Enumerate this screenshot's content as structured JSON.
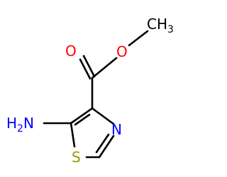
{
  "molecule": {
    "atoms": {
      "methyl": {
        "label": "CH",
        "subscript": "3",
        "color": "#000000"
      },
      "ester_o_carbonyl": {
        "label": "O",
        "color": "#ff0000"
      },
      "ester_o_ether": {
        "label": "O",
        "color": "#ff0000"
      },
      "amine": {
        "label": "H",
        "subscript": "2",
        "suffix": "N",
        "color": "#0000ff"
      },
      "ring_n": {
        "label": "N",
        "color": "#0000ff"
      },
      "ring_s": {
        "label": "S",
        "color": "#999900"
      }
    }
  }
}
